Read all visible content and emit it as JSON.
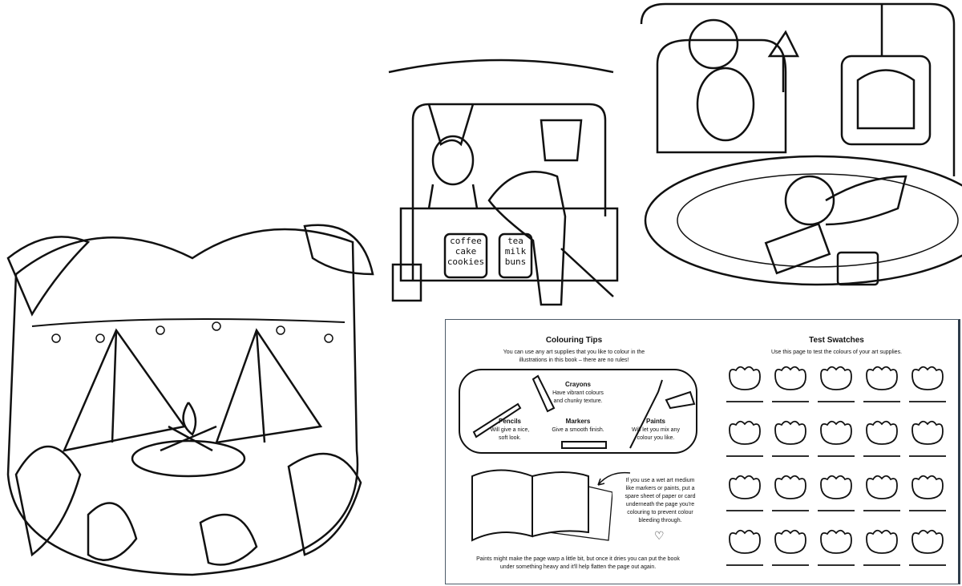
{
  "cafe": {
    "sign_left": [
      "coffee",
      "cake",
      "cookies"
    ],
    "sign_right": [
      "tea",
      "milk",
      "buns"
    ]
  },
  "tips": {
    "title": "Colouring Tips",
    "intro_line1": "You can use any art supplies that you like to colour in the",
    "intro_line2": "illustrations in this book – there are no rules!",
    "supplies": [
      {
        "name": "Crayons",
        "desc1": "Have vibrant colours",
        "desc2": "and chunky texture."
      },
      {
        "name": "Pencils",
        "desc1": "Will give a nice,",
        "desc2": "soft look."
      },
      {
        "name": "Markers",
        "desc1": "Give a smooth finish.",
        "desc2": ""
      },
      {
        "name": "Paints",
        "desc1": "Will let you mix any",
        "desc2": "colour you like."
      }
    ],
    "wet_note": [
      "If you use a wet art medium",
      "like markers or paints, put a",
      "spare sheet of paper or card",
      "underneath the page you're",
      "colouring to prevent colour",
      "bleeding through."
    ],
    "footer1": "Paints might make the page warp a little bit, but once it dries you can put the book",
    "footer2": "under something heavy and it'll help flatten the page out again."
  },
  "swatches": {
    "title": "Test Swatches",
    "subtitle": "Use this page to test the colours of your art supplies.",
    "rows": 4,
    "cols": 5
  },
  "colors": {
    "ink": "#111111",
    "border": "#4d5b69"
  }
}
